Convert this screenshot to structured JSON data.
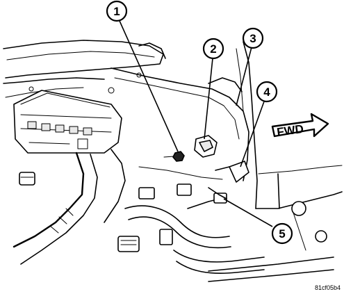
{
  "arrow": {
    "label": "FWD"
  },
  "callouts": [
    {
      "number": "1"
    },
    {
      "number": "2"
    },
    {
      "number": "3"
    },
    {
      "number": "4"
    },
    {
      "number": "5"
    }
  ],
  "figure_id": "81cf05b4"
}
